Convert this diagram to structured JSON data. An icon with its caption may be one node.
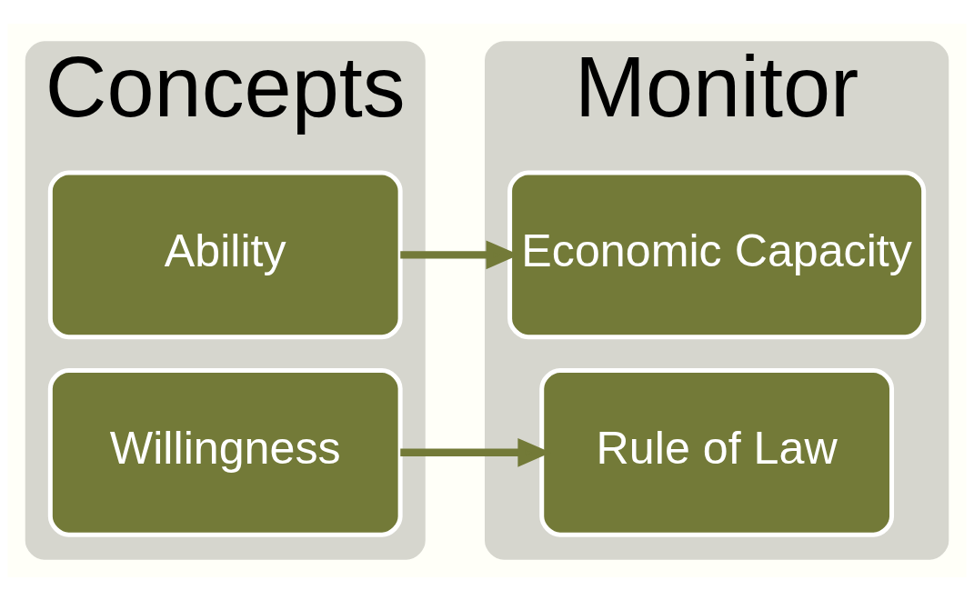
{
  "diagram": {
    "nodes": [
      {
        "text": [
          "Concepts"
        ]
      },
      {
        "text": [
          "Ability"
        ],
        "in": 0
      },
      {
        "text": [
          "Willingness"
        ],
        "in": 0
      },
      {
        "text": [
          "Monitor"
        ]
      },
      {
        "text": [
          "Economic Capacity"
        ],
        "in": 3
      },
      {
        "text": [
          "Rule of Law"
        ],
        "in": 3
      }
    ],
    "edges": [
      {
        "from": 1,
        "to": 4,
        "arrow": "to"
      },
      {
        "from": 2,
        "to": 5,
        "arrow": "to"
      }
    ]
  }
}
